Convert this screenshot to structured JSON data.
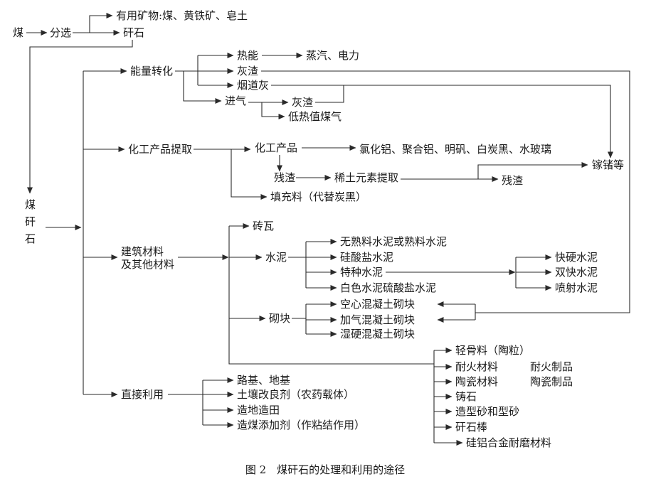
{
  "top": {
    "coal": "煤",
    "sorting": "分选",
    "useful_minerals": "有用矿物:煤、黄铁矿、皂土",
    "gangue": "矸石"
  },
  "source": {
    "label": "煤矸石"
  },
  "energy": {
    "label": "能量转化",
    "heat": "热能",
    "steam_power": "蒸汽、电力",
    "ash": "灰渣",
    "flue_ash": "烟道灰",
    "intake": "进气",
    "gas_ash": "灰渣",
    "low_heat_gas": "低热值煤气"
  },
  "gallium_germanium": "镓锗等",
  "chemical": {
    "label": "化工产品提取",
    "products": "化工产品",
    "product_list": "氯化铝、聚合铝、明矾、白炭黑、水玻璃",
    "residue": "残渣",
    "rare_earth": "稀土元素提取",
    "residue2": "残渣",
    "filler": "填充料（代替炭黑）"
  },
  "building": {
    "label_line1": "建筑材料",
    "label_line2": "及其他材料",
    "bricks": "砖瓦",
    "cement": "水泥",
    "blocks": "砌块",
    "cement_types": [
      "无熟料水泥或熟料水泥",
      "硅酸盐水泥",
      "特种水泥",
      "白色水泥硫酸盐水泥"
    ],
    "special_cement_types": [
      "快硬水泥",
      "双快水泥",
      "喷射水泥"
    ],
    "block_types": [
      "空心混凝土砌块",
      "加气混凝土砌块",
      "湿硬混凝土砌块"
    ],
    "other_materials": [
      "轻骨料（陶粒）",
      "耐火材料",
      "陶瓷材料",
      "铸石",
      "造型砂和型砂",
      "矸石棒",
      "硅铝合金耐磨材料"
    ],
    "products": [
      "耐火制品",
      "陶瓷制品"
    ]
  },
  "direct": {
    "label": "直接利用",
    "uses": [
      "路基、地基",
      "土壤改良剂（农药载体）",
      "造地造田",
      "造煤添加剂（作粘结作用）"
    ]
  },
  "caption": "图 2　煤矸石的处理和利用的途径"
}
